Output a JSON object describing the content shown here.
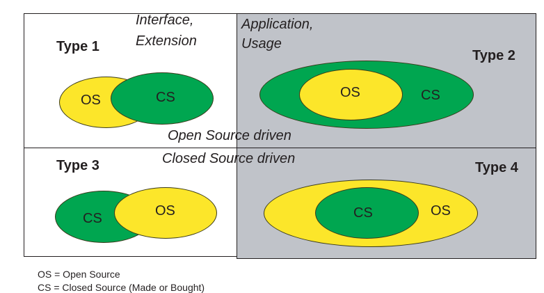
{
  "colors": {
    "open_source": "#fce62a",
    "closed_source": "#00a650",
    "application_panel": "#c0c3c9",
    "stroke": "#231f20"
  },
  "axes": {
    "left_label_line1": "Interface,",
    "left_label_line2": "Extension",
    "right_label_line1": "Application,",
    "right_label_line2": "Usage",
    "top_label": "Open Source driven",
    "bottom_label": "Closed Source driven"
  },
  "quadrants": [
    {
      "title": "Type 1",
      "arrangement": "overlap",
      "back": "OS",
      "front": "CS"
    },
    {
      "title": "Type 2",
      "arrangement": "nested",
      "outer": "CS",
      "inner": "OS"
    },
    {
      "title": "Type 3",
      "arrangement": "overlap",
      "back": "CS",
      "front": "OS"
    },
    {
      "title": "Type 4",
      "arrangement": "nested",
      "outer": "OS",
      "inner": "CS"
    }
  ],
  "legend": [
    "OS = Open Source",
    "CS = Closed Source (Made or Bought)"
  ]
}
